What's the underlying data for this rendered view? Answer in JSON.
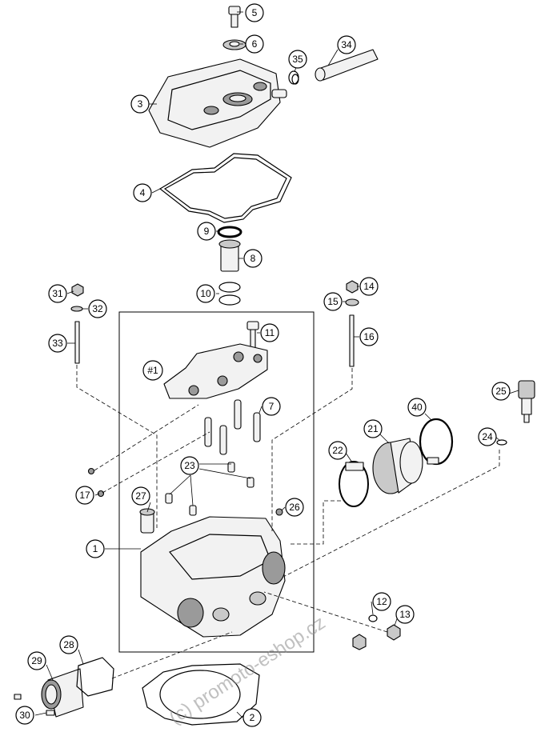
{
  "diagram": {
    "callouts": [
      {
        "id": "c1",
        "label": "1"
      },
      {
        "id": "c2",
        "label": "2"
      },
      {
        "id": "c3",
        "label": "3"
      },
      {
        "id": "c4",
        "label": "4"
      },
      {
        "id": "c5",
        "label": "5"
      },
      {
        "id": "c6",
        "label": "6"
      },
      {
        "id": "c7",
        "label": "7"
      },
      {
        "id": "c8",
        "label": "8"
      },
      {
        "id": "c9",
        "label": "9"
      },
      {
        "id": "c10",
        "label": "10"
      },
      {
        "id": "c11",
        "label": "11"
      },
      {
        "id": "c12",
        "label": "12"
      },
      {
        "id": "c13",
        "label": "13"
      },
      {
        "id": "c14",
        "label": "14"
      },
      {
        "id": "c15",
        "label": "15"
      },
      {
        "id": "c16",
        "label": "16"
      },
      {
        "id": "c17",
        "label": "17"
      },
      {
        "id": "c21",
        "label": "21"
      },
      {
        "id": "c22",
        "label": "22"
      },
      {
        "id": "c23",
        "label": "23"
      },
      {
        "id": "c24",
        "label": "24"
      },
      {
        "id": "c25",
        "label": "25"
      },
      {
        "id": "c26",
        "label": "26"
      },
      {
        "id": "c27",
        "label": "27"
      },
      {
        "id": "c28",
        "label": "28"
      },
      {
        "id": "c29",
        "label": "29"
      },
      {
        "id": "c30",
        "label": "30"
      },
      {
        "id": "c31",
        "label": "31"
      },
      {
        "id": "c32",
        "label": "32"
      },
      {
        "id": "c33",
        "label": "33"
      },
      {
        "id": "c34",
        "label": "34"
      },
      {
        "id": "c35",
        "label": "35"
      },
      {
        "id": "c40",
        "label": "40"
      },
      {
        "id": "csub1",
        "label": "#1"
      }
    ],
    "watermark": "(c) promoto-eshop.cz"
  }
}
